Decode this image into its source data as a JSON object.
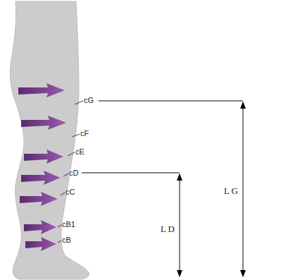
{
  "diagram": {
    "labels": [
      "cG",
      "cF",
      "cE",
      "cD",
      "cC",
      "cB1",
      "cB",
      "L D",
      "L G"
    ]
  }
}
